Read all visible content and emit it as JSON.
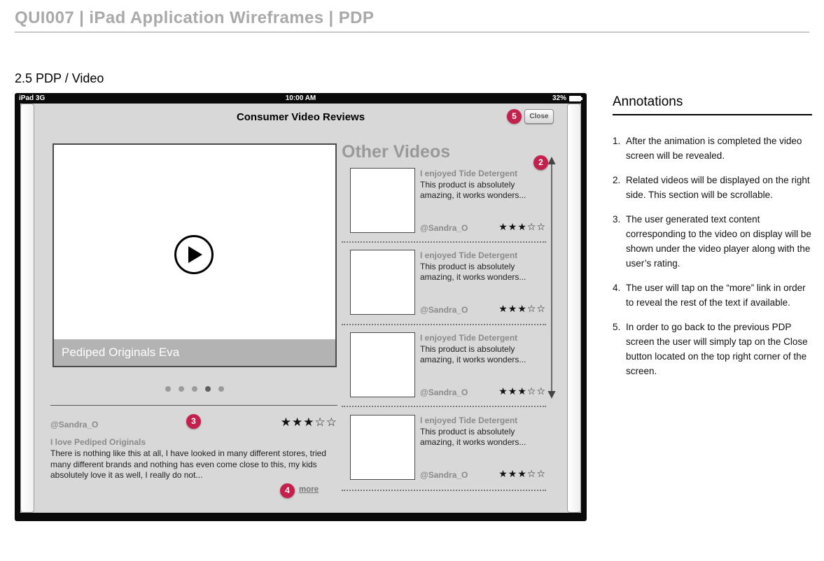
{
  "colors": {
    "badge": "#c4204e",
    "header_gray": "#a9a9a9",
    "screen_bg": "#d8d8d8"
  },
  "header": {
    "title": "QUI007 | iPad Application Wireframes | PDP"
  },
  "section": {
    "title": "2.5 PDP / Video"
  },
  "ipad": {
    "status": {
      "carrier": "iPad 3G",
      "time": "10:00 AM",
      "battery_percent": "32%"
    },
    "screen_title": "Consumer Video Reviews",
    "close_button": "Close",
    "badge_close": "5",
    "badge_related": "2",
    "badge_review": "3",
    "badge_more": "4",
    "player": {
      "caption": "Pediped Originals Eva"
    },
    "carousel": {
      "dot_count": 5,
      "active_dot": 4
    },
    "review": {
      "username": "@Sandra_O",
      "rating": 3,
      "rating_max": 5,
      "stars": "★★★☆☆",
      "title": "I love Pediped Originals",
      "body": "There is nothing like this at all, I have looked in many different stores, tried many different brands and nothing has even come close to this, my kids absolutely love it as well, I really do not...",
      "more_label": "more"
    },
    "other_videos": {
      "heading": "Other Videos",
      "items": [
        {
          "title": "I enjoyed Tide Detergent",
          "body": "This product is absolutely amazing, it works wonders...",
          "username": "@Sandra_O",
          "rating": 3,
          "stars": "★★★☆☆"
        },
        {
          "title": "I enjoyed Tide Detergent",
          "body": "This product is absolutely amazing, it works wonders...",
          "username": "@Sandra_O",
          "rating": 3,
          "stars": "★★★☆☆"
        },
        {
          "title": "I enjoyed Tide Detergent",
          "body": "This product is absolutely amazing, it works wonders...",
          "username": "@Sandra_O",
          "rating": 3,
          "stars": "★★★☆☆"
        },
        {
          "title": "I enjoyed Tide Detergent",
          "body": "This product is absolutely amazing, it works wonders...",
          "username": "@Sandra_O",
          "rating": 3,
          "stars": "★★★☆☆"
        }
      ]
    }
  },
  "annotations": {
    "title": "Annotations",
    "items": [
      {
        "num": "1.",
        "text": "After the animation is completed the video screen will be revealed."
      },
      {
        "num": "2.",
        "text": "Related videos will be displayed on the right side.  This section will be scrollable."
      },
      {
        "num": "3.",
        "text": "The user generated text content corresponding to the video on display will be shown under the video player along with the user’s rating."
      },
      {
        "num": "4.",
        "text": "The user will tap on the “more” link in order to reveal the rest of the text if available."
      },
      {
        "num": "5.",
        "text": "In order to go back to the previous PDP screen the user will simply tap on the Close button located on the top right corner of the screen."
      }
    ]
  }
}
